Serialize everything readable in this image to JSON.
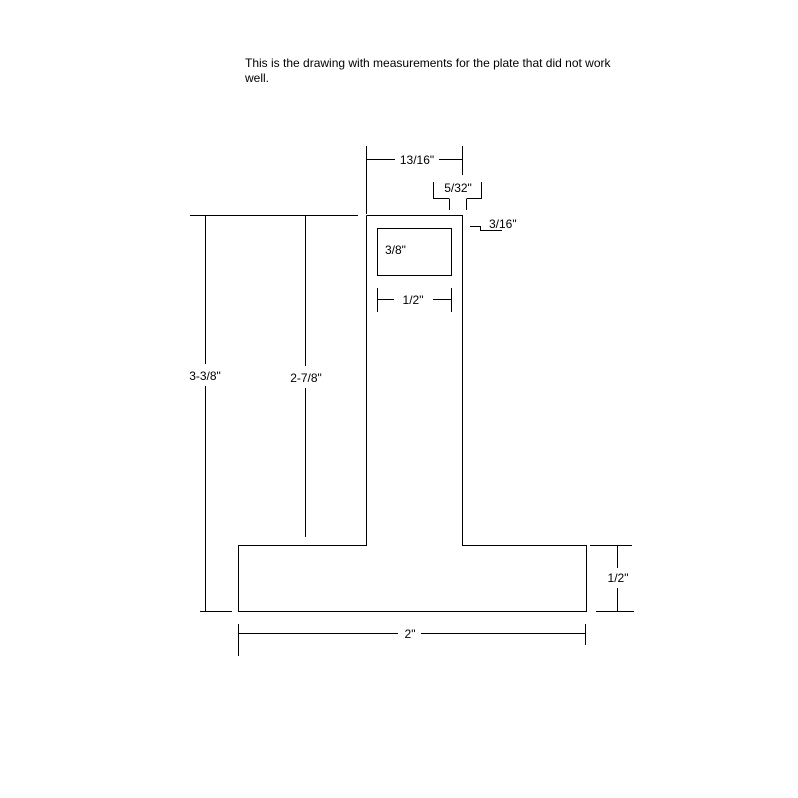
{
  "caption": "This is the drawing with measurements for the plate that did not work well.",
  "dimensions": {
    "stem_width": "13/16\"",
    "top_right_gap": "5/32\"",
    "top_offset": "3/16\"",
    "hole_height": "3/8\"",
    "hole_width": "1/2\"",
    "total_height": "3-3/8\"",
    "stem_height": "2-7/8\"",
    "base_height": "1/2\"",
    "base_width": "2\""
  },
  "colors": {
    "line": "#000000",
    "background": "#ffffff"
  }
}
